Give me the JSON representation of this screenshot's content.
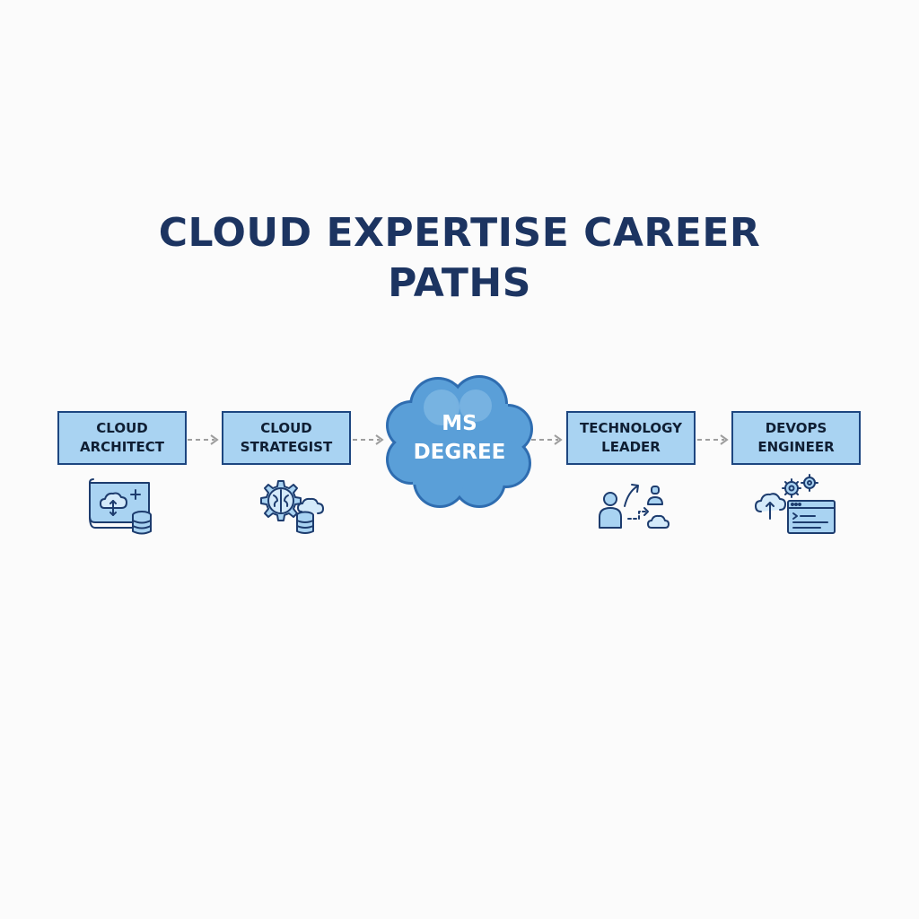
{
  "diagram": {
    "title_line1": "CLOUD EXPERTISE CAREER",
    "title_line2": "PATHS",
    "center": {
      "line1": "MS",
      "line2": "DEGREE"
    },
    "nodes": [
      {
        "line1": "CLOUD",
        "line2": "ARCHITECT",
        "icon": "blueprint-cloud-database-icon"
      },
      {
        "line1": "CLOUD",
        "line2": "STRATEGIST",
        "icon": "brain-gear-database-icon"
      },
      {
        "line1": "TECHNOLOGY",
        "line2": "LEADER",
        "icon": "leader-growth-icon"
      },
      {
        "line1": "DEVOPS",
        "line2": "ENGINEER",
        "icon": "cloud-gears-console-icon"
      }
    ],
    "colors": {
      "title": "#1c3461",
      "box_fill": "#a9d3f2",
      "box_border": "#1d4680",
      "cloud_fill": "#5a9fd8",
      "arrow": "#9e9e9e",
      "icon_stroke": "#1d3c6e",
      "icon_fill": "#a9d3f2"
    }
  }
}
